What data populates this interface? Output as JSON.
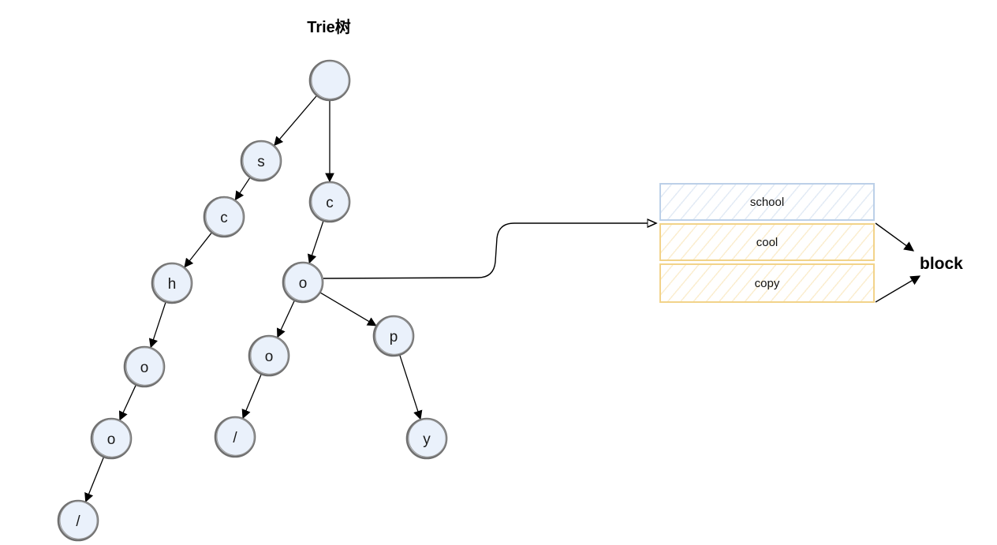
{
  "title": "Trie树",
  "trie": {
    "nodes": [
      {
        "id": "root",
        "label": ""
      },
      {
        "id": "s",
        "label": "s"
      },
      {
        "id": "c1",
        "label": "c"
      },
      {
        "id": "h",
        "label": "h"
      },
      {
        "id": "o1",
        "label": "o"
      },
      {
        "id": "o2",
        "label": "o"
      },
      {
        "id": "term1",
        "label": "/"
      },
      {
        "id": "c2",
        "label": "c"
      },
      {
        "id": "o3",
        "label": "o"
      },
      {
        "id": "o4",
        "label": "o"
      },
      {
        "id": "term2",
        "label": "/"
      },
      {
        "id": "p",
        "label": "p"
      },
      {
        "id": "y",
        "label": "y"
      }
    ],
    "edges": [
      [
        "root",
        "s"
      ],
      [
        "root",
        "c2"
      ],
      [
        "s",
        "c1"
      ],
      [
        "c1",
        "h"
      ],
      [
        "h",
        "o1"
      ],
      [
        "o1",
        "o2"
      ],
      [
        "o2",
        "term1"
      ],
      [
        "c2",
        "o3"
      ],
      [
        "o3",
        "o4"
      ],
      [
        "o3",
        "p"
      ],
      [
        "o4",
        "term2"
      ],
      [
        "p",
        "y"
      ]
    ]
  },
  "block": {
    "label": "block",
    "rows": [
      {
        "text": "school",
        "style": "blue"
      },
      {
        "text": "cool",
        "style": "gold"
      },
      {
        "text": "copy",
        "style": "gold"
      }
    ]
  },
  "colors": {
    "node_fill": "#eaf1fb",
    "node_stroke": "#6f6f6f",
    "edge": "#000000",
    "row_blue_border": "#bcd0e8",
    "row_gold_border": "#f2d38a"
  }
}
